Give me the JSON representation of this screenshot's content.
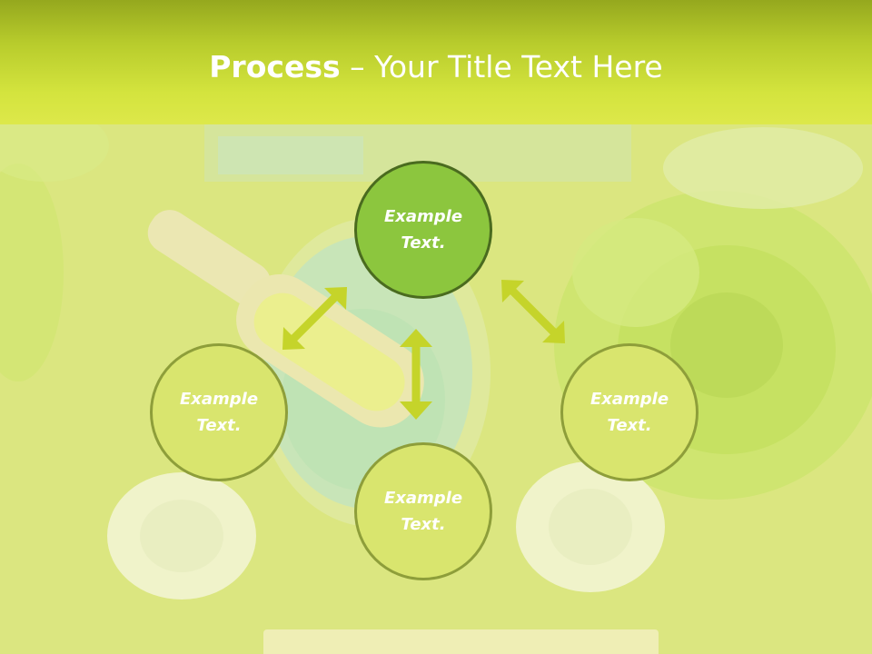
{
  "title": {
    "bold": "Process",
    "separator": " – ",
    "rest": "Your Title Text Here"
  },
  "nodes": {
    "top": {
      "line1": "Example",
      "line2": "Text."
    },
    "left": {
      "line1": "Example",
      "line2": "Text."
    },
    "right": {
      "line1": "Example",
      "line2": "Text."
    },
    "bottom": {
      "line1": "Example",
      "line2": "Text."
    }
  },
  "colors": {
    "title_bar": "#c6d835",
    "main_node_fill": "#8cc63e",
    "main_node_border": "#4a6b1f",
    "sub_node_fill": "#d9e56e",
    "sub_node_border": "#8e9e3a",
    "arrow": "#c5d42a"
  }
}
